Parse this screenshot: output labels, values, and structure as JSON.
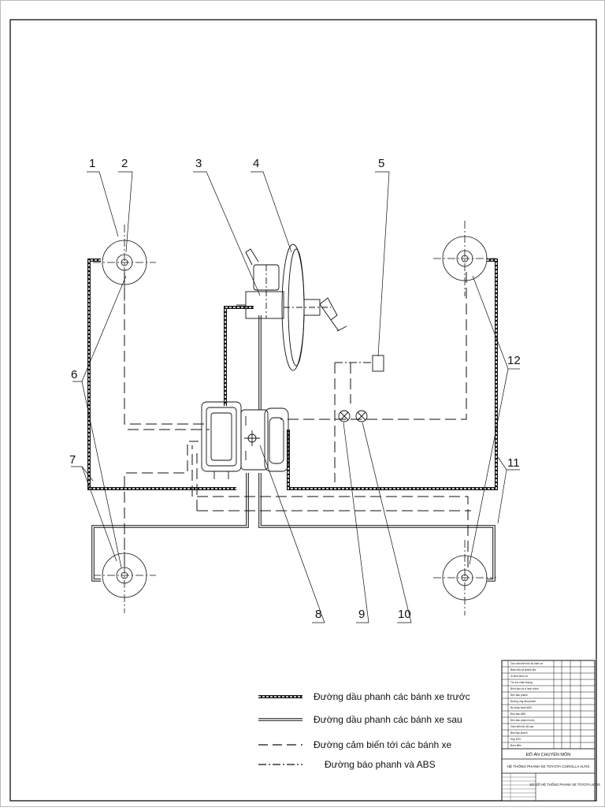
{
  "callouts": {
    "n1": "1",
    "n2": "2",
    "n3": "3",
    "n4": "4",
    "n5": "5",
    "n6": "6",
    "n7": "7",
    "n8": "8",
    "n9": "9",
    "n10": "10",
    "n11": "11",
    "n12": "12"
  },
  "legend": {
    "front_brake_line": "Đường dầu phanh các bánh xe trước",
    "rear_brake_line": "Đường dầu phanh các bánh xe sau",
    "sensor_line": "Đường cảm biến tới các bánh xe",
    "warning_line": "Đường báo phanh và ABS"
  },
  "title_block": {
    "rows": [
      "Các cảm biến tốc độ bánh xe",
      "Bánh đĩa và phanh đĩa",
      "Xi lanh bánh xe",
      "Trợ lực chân không",
      "Bình dầu và xi lanh chính",
      "Đèn báo phanh",
      "Đường ống dầu phanh",
      "Bộ chấp hành ABS",
      "Đèn báo ABS",
      "Đèn báo phanh trước",
      "Cảm biến tốc độ sau",
      "Bàn đạp phanh",
      "Hộp ECU",
      "Bơm điện"
    ],
    "course": "ĐỒ ÁN CHUYÊN MÔN",
    "project": "HỆ THỐNG PHANH XE TOYOTA COROLLA ALTIS",
    "drawing": "SƠ ĐỒ HỆ THỐNG PHANH XE TOYOTA ALTIS"
  },
  "colors": {
    "line": "#111111",
    "background": "#ffffff"
  }
}
